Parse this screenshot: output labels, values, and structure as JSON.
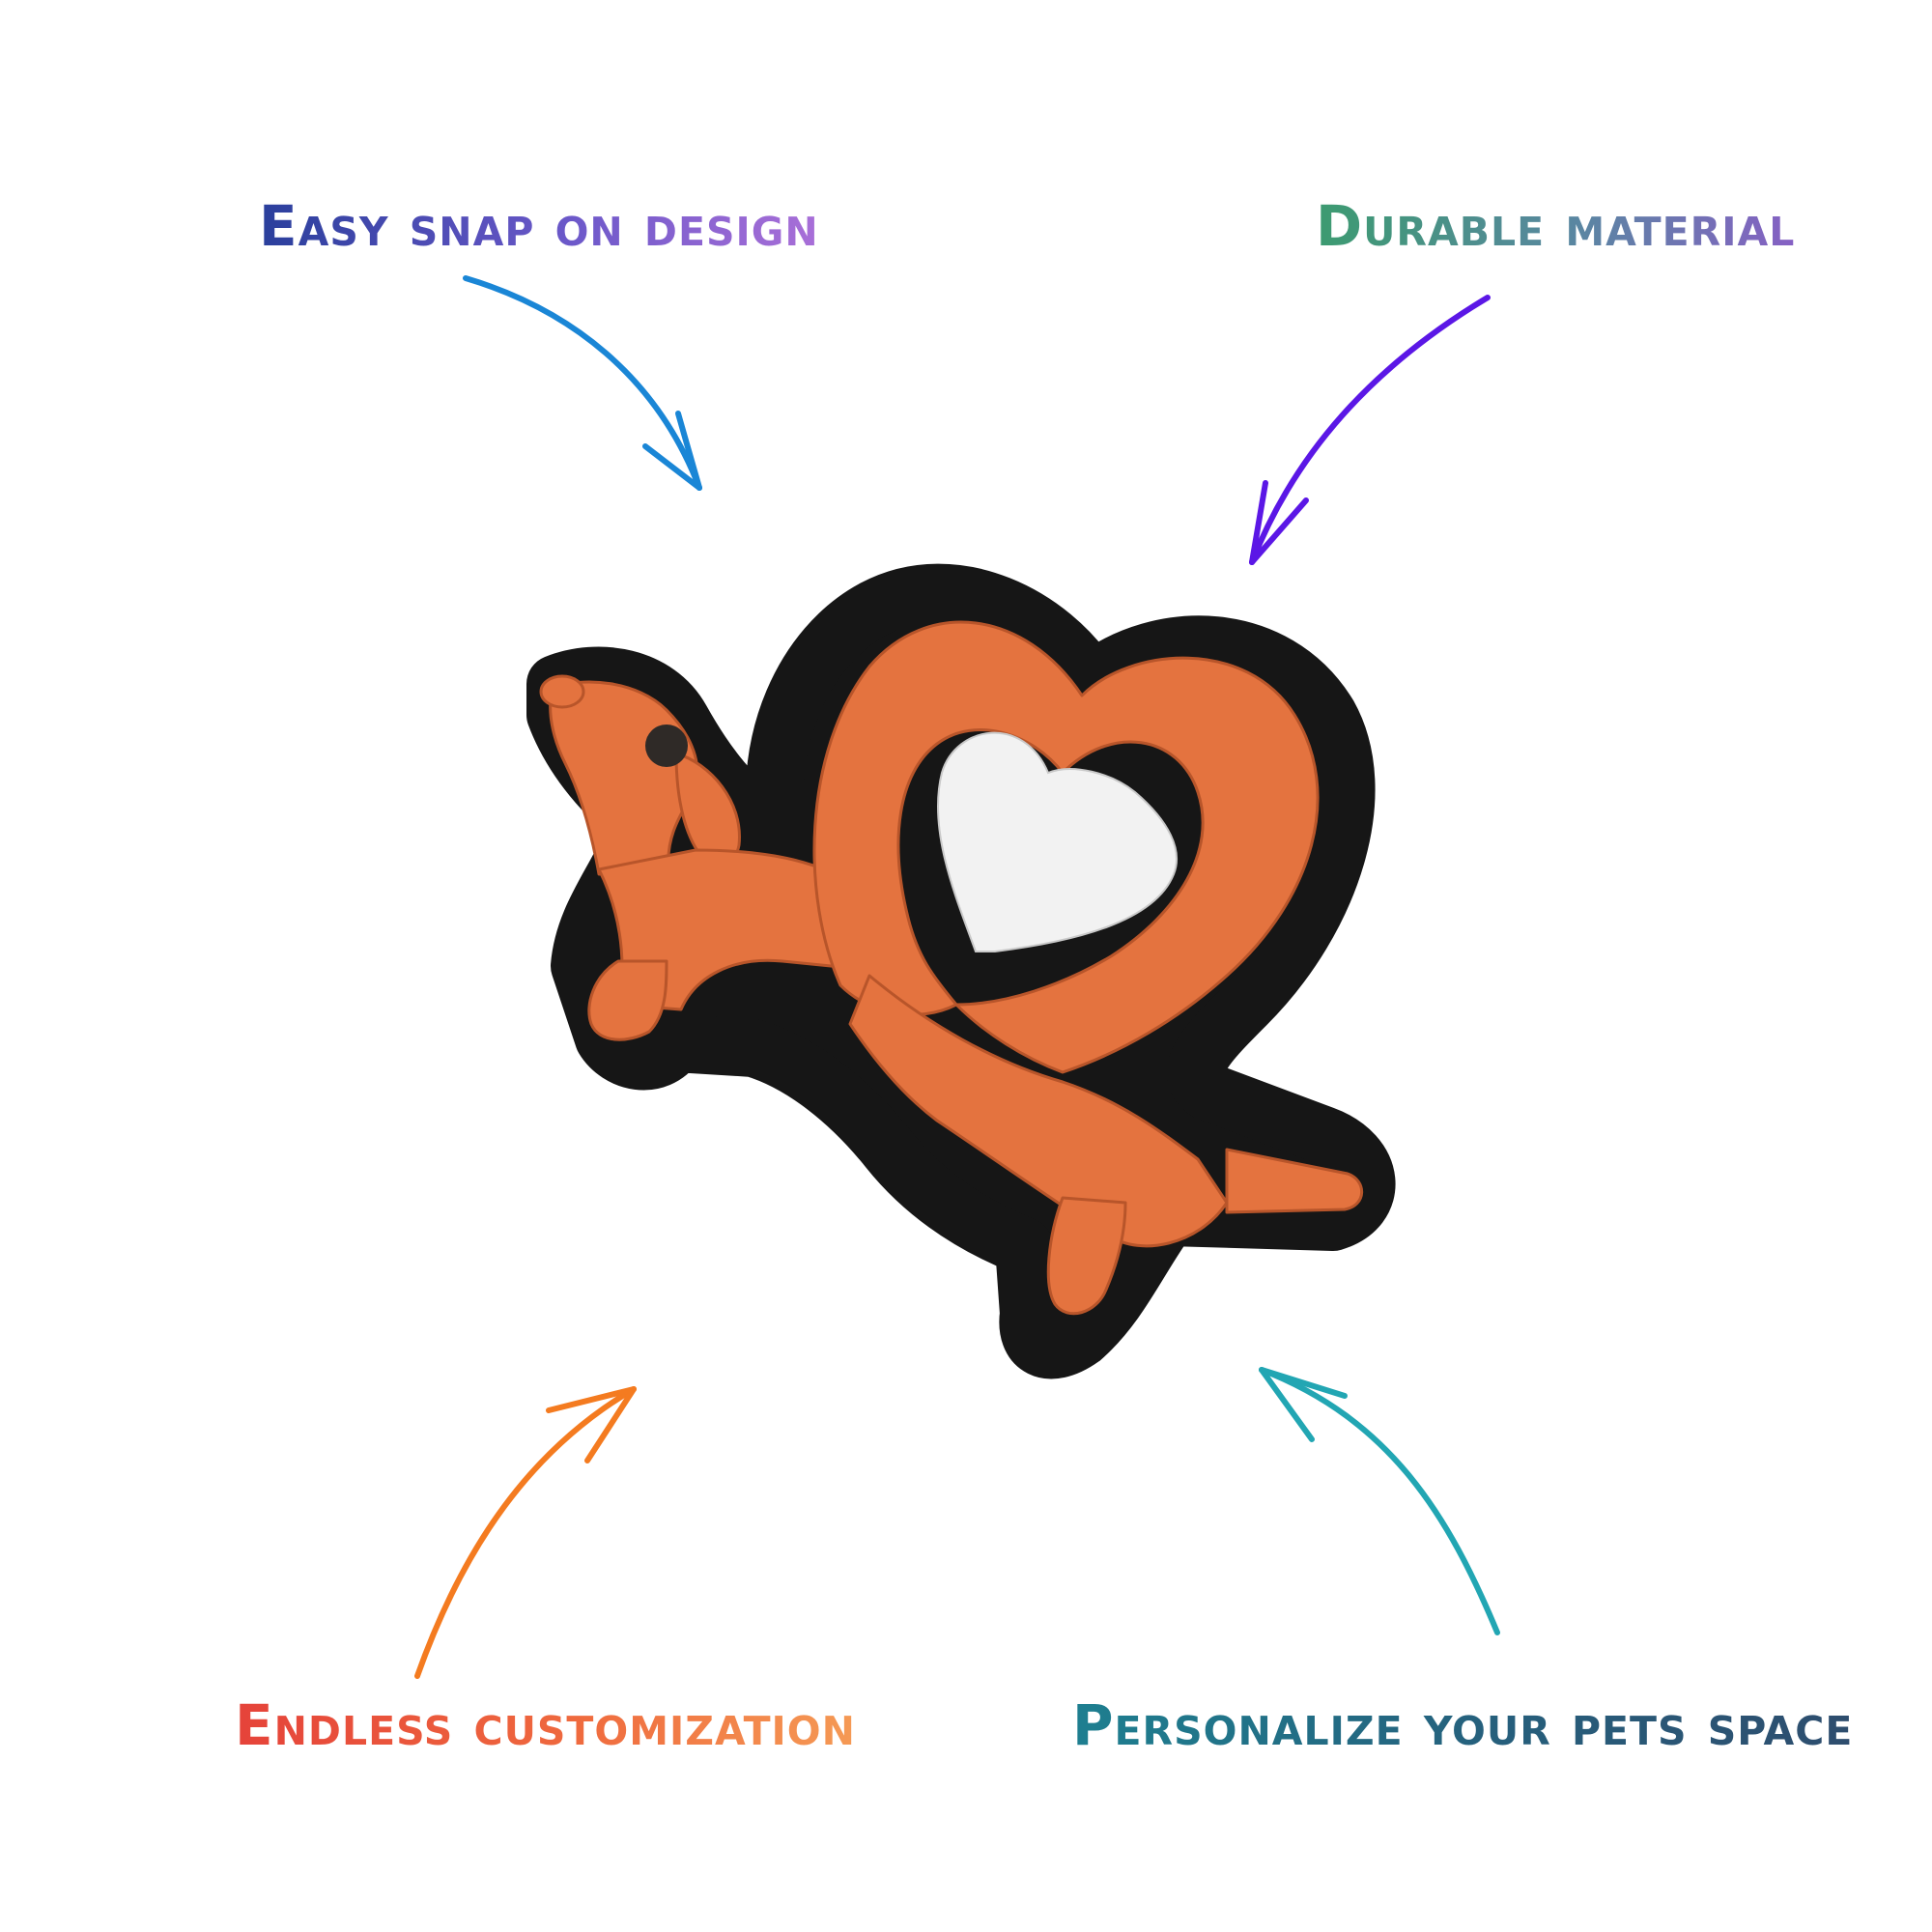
{
  "callouts": {
    "top_left": "Easy snap on design",
    "top_right": "Durable material",
    "bottom_left": "Endless customization",
    "bottom_right": "Personalize your pets space"
  },
  "colors": {
    "arrow_top_left": "#1a86d6",
    "arrow_top_right": "#5b17e6",
    "arrow_bottom_left": "#f47b20",
    "arrow_bottom_right": "#22a6b3",
    "charm_orange": "#e4733f",
    "charm_outline": "#161616",
    "heart_white": "#f2f2f2"
  },
  "icons": {
    "product": "dachshund-heart-charm-icon"
  }
}
